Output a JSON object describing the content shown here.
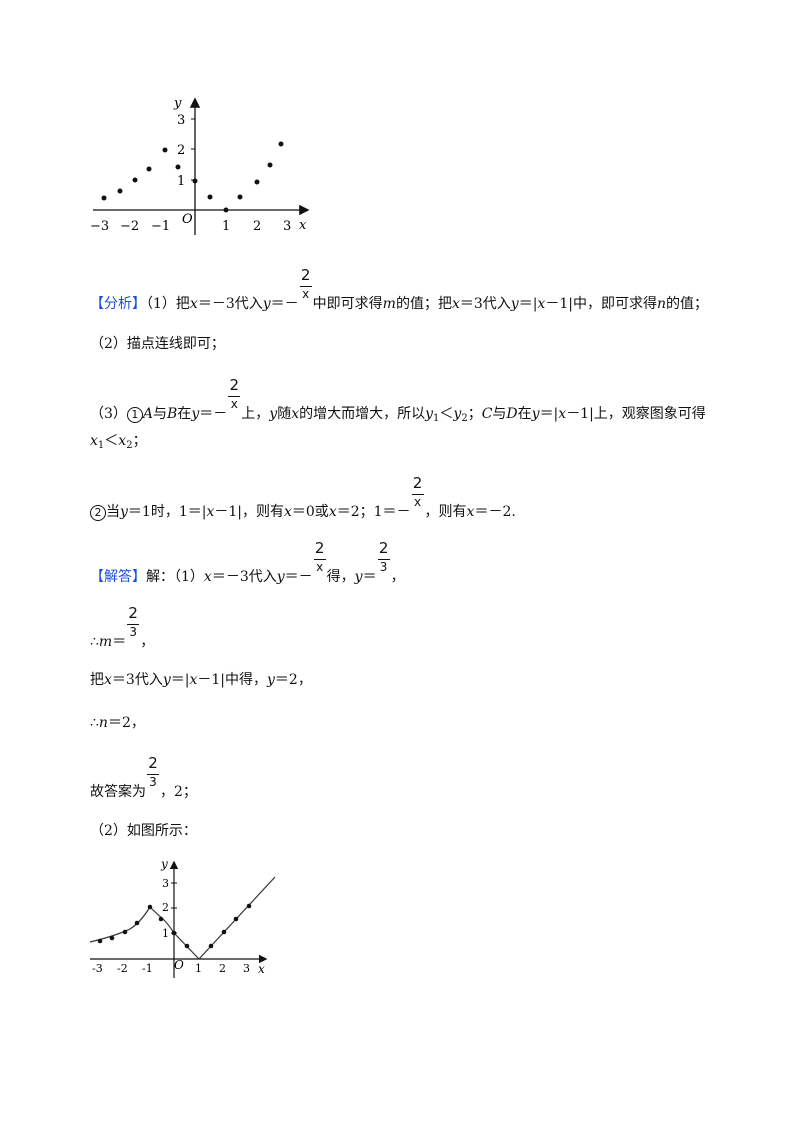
{
  "graph1": {
    "axis_x": "x",
    "axis_y": "y",
    "origin": "O",
    "xticks": [
      "−3",
      "−2",
      "−1",
      "1",
      "2",
      "3"
    ],
    "yticks": [
      "1",
      "2",
      "3"
    ]
  },
  "graph2": {
    "axis_x": "x",
    "axis_y": "y",
    "origin": "O",
    "xticks": [
      "-3",
      "-2",
      "-1",
      "1",
      "2",
      "3"
    ],
    "yticks": [
      "1",
      "2",
      "3"
    ]
  },
  "frac": {
    "two": "2",
    "x": "x",
    "three": "3"
  },
  "analysis": {
    "tag": "【分析】",
    "p1_a": "（1）把",
    "p1_b": "x",
    "p1_c": "＝－3代入",
    "p1_d": "y",
    "p1_e": "＝－",
    "p1_f": "中即可求得",
    "p1_g": "m",
    "p1_h": "的值；把",
    "p1_i": "x",
    "p1_j": "＝3代入",
    "p1_k": "y",
    "p1_l": "＝|",
    "p1_m": "x",
    "p1_n": "－1|中，即可求得",
    "p1_o": "n",
    "p1_p": "的值；",
    "p2": "（2）描点连线即可；",
    "p3_a": "（3）",
    "p3_circ": "1",
    "p3_b": "A",
    "p3_c": "与",
    "p3_d": "B",
    "p3_e": "在",
    "p3_f": "y",
    "p3_g": "＝－",
    "p3_h": "上，",
    "p3_i": "y",
    "p3_j": "随",
    "p3_k": "x",
    "p3_l": "的增大而增大，所以",
    "p3_m": "y",
    "p3_n": "1",
    "p3_o": "＜",
    "p3_p": "y",
    "p3_q": "2",
    "p3_r": "；",
    "p3_s": "C",
    "p3_t": "与",
    "p3_u": "D",
    "p3_v": "在",
    "p3_w": "y",
    "p3_x": "＝|",
    "p3_y": "x",
    "p3_z": "－1|上，观察图象可得",
    "p3_2a": "x",
    "p3_2b": "1",
    "p3_2c": "＜",
    "p3_2d": "x",
    "p3_2e": "2",
    "p3_2f": "；",
    "p4_circ": "2",
    "p4_a": "当",
    "p4_b": "y",
    "p4_c": "＝1时，1＝|",
    "p4_d": "x",
    "p4_e": "－1|，则有",
    "p4_f": "x",
    "p4_g": "＝0或",
    "p4_h": "x",
    "p4_i": "＝2；1＝－",
    "p4_j": "，则有",
    "p4_k": "x",
    "p4_l": "＝－2."
  },
  "solution": {
    "tag": "【解答】",
    "s1_a": "解：（1）",
    "s1_b": "x",
    "s1_c": "＝－3代入",
    "s1_d": "y",
    "s1_e": "＝－",
    "s1_f": "得，",
    "s1_g": "y",
    "s1_h": "＝",
    "s1_i": "，",
    "s2_a": "∴",
    "s2_b": "m",
    "s2_c": "＝",
    "s2_d": "，",
    "s3_a": "把",
    "s3_b": "x",
    "s3_c": "＝3代入",
    "s3_d": "y",
    "s3_e": "＝|",
    "s3_f": "x",
    "s3_g": "－1|中得，",
    "s3_h": "y",
    "s3_i": "＝2，",
    "s4_a": "∴",
    "s4_b": "n",
    "s4_c": "＝2，",
    "s5_a": "故答案为",
    "s5_b": "，2；",
    "s6": "（2）如图所示："
  }
}
